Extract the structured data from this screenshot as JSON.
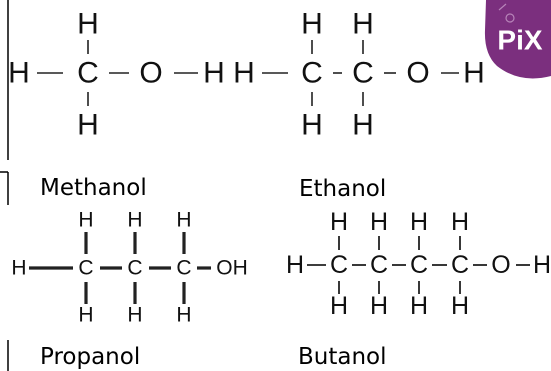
{
  "molecules": [
    {
      "name": "Methanol",
      "atoms": [
        "H",
        "H",
        "C",
        "O",
        "H",
        "H"
      ]
    },
    {
      "name": "Ethanol",
      "atoms": [
        "H",
        "H",
        "H",
        "C",
        "C",
        "O",
        "H",
        "H",
        "H"
      ]
    },
    {
      "name": "Propanol",
      "atoms": [
        "H",
        "H",
        "H",
        "H",
        "C",
        "C",
        "C",
        "OH",
        "H",
        "H",
        "H"
      ]
    },
    {
      "name": "Butanol",
      "atoms": [
        "H",
        "H",
        "H",
        "H",
        "H",
        "C",
        "C",
        "C",
        "C",
        "O",
        "H",
        "H",
        "H",
        "H",
        "H"
      ]
    }
  ],
  "logo": {
    "text": "PiX",
    "color": "#7b2f7e",
    "text_color": "#ffffff"
  }
}
